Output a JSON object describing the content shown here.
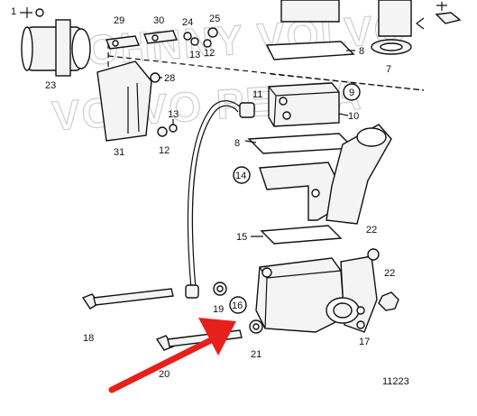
{
  "diagram": {
    "drawing_number": "11223",
    "watermark_lines": [
      "JOHNNY VOLVO",
      "VOLVO PENTA"
    ],
    "arrow_color": "#e8201c",
    "callouts": [
      "1",
      "7",
      "8",
      "9",
      "10",
      "11",
      "12",
      "13",
      "14",
      "15",
      "16",
      "17",
      "18",
      "19",
      "20",
      "21",
      "22",
      "23",
      "24",
      "25",
      "28",
      "29",
      "30",
      "31"
    ]
  }
}
